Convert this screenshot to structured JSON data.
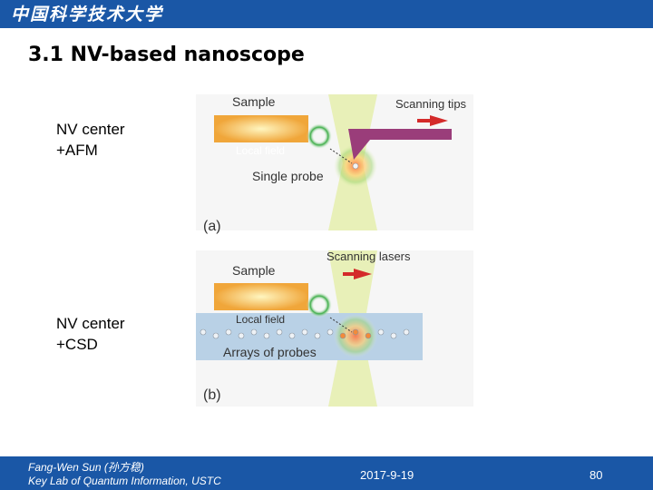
{
  "header": {
    "logo_text": "中国科学技术大学",
    "bar_color": "#1a57a6"
  },
  "slide": {
    "title": "3.1 NV-based nanoscope",
    "label_afm": "NV center\n+AFM",
    "label_csd": "NV center\n+CSD"
  },
  "figure": {
    "panel_a": {
      "sample": "Sample",
      "local_field": "Local field",
      "single_probe": "Single probe",
      "scanning": "Scanning tips",
      "caption": "(a)"
    },
    "panel_b": {
      "sample": "Sample",
      "local_field": "Local field",
      "arrays": "Arrays of probes",
      "scanning": "Scanning lasers",
      "caption": "(b)"
    },
    "colors": {
      "sample": "#f0a63a",
      "beam": "#e8f0b8",
      "arrow": "#d42a2a",
      "tip": "#9a3d7a",
      "strip": "#b9d1e6"
    }
  },
  "footer": {
    "author_line1": "Fang-Wen Sun (孙方稳)",
    "author_line2": "Key Lab of Quantum Information, USTC",
    "date": "2017-9-19",
    "page": "80"
  }
}
